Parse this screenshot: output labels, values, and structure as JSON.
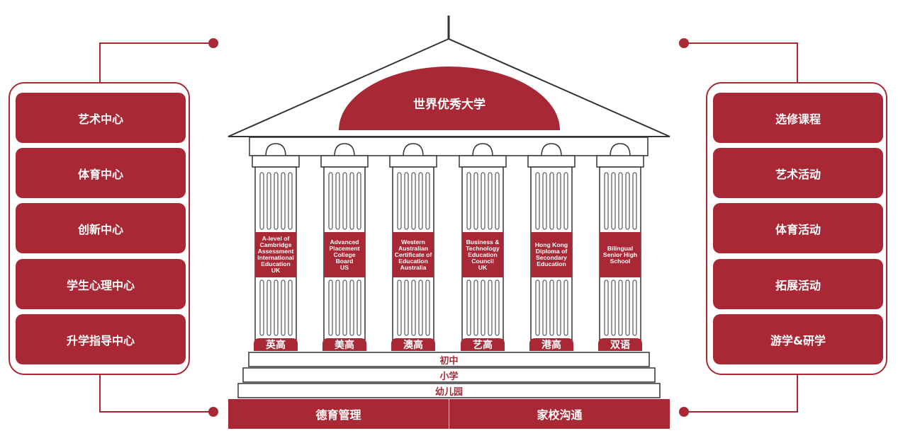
{
  "colors": {
    "accent": "#a82835",
    "outline": "#333333",
    "background": "#ffffff"
  },
  "roof": {
    "title": "世界优秀大学"
  },
  "left_panel": {
    "items": [
      "艺术中心",
      "体育中心",
      "创新中心",
      "学生心理中心",
      "升学指导中心"
    ]
  },
  "right_panel": {
    "items": [
      "选修课程",
      "艺术活动",
      "体育活动",
      "拓展活动",
      "游学&研学"
    ]
  },
  "columns": [
    {
      "label": [
        "A-level of",
        "Cambridge",
        "Assessment",
        "International",
        "Education",
        "UK"
      ],
      "base": "英高"
    },
    {
      "label": [
        "Advanced",
        "Placement",
        "College",
        "Board",
        "US"
      ],
      "base": "美高"
    },
    {
      "label": [
        "Western",
        "Australian",
        "Certificate of",
        "Education",
        "Australia"
      ],
      "base": "澳高"
    },
    {
      "label": [
        "Business &",
        "Technology",
        "Education",
        "Council",
        "UK"
      ],
      "base": "艺高"
    },
    {
      "label": [
        "Hong Kong",
        "Diploma of",
        "Secondary",
        "Education"
      ],
      "base": "港高"
    },
    {
      "label": [
        "Bilingual",
        "Senior High",
        "School"
      ],
      "base": "双语"
    }
  ],
  "steps": [
    "初中",
    "小学",
    "幼儿园"
  ],
  "foundation": {
    "left": "德育管理",
    "right": "家校沟通"
  }
}
